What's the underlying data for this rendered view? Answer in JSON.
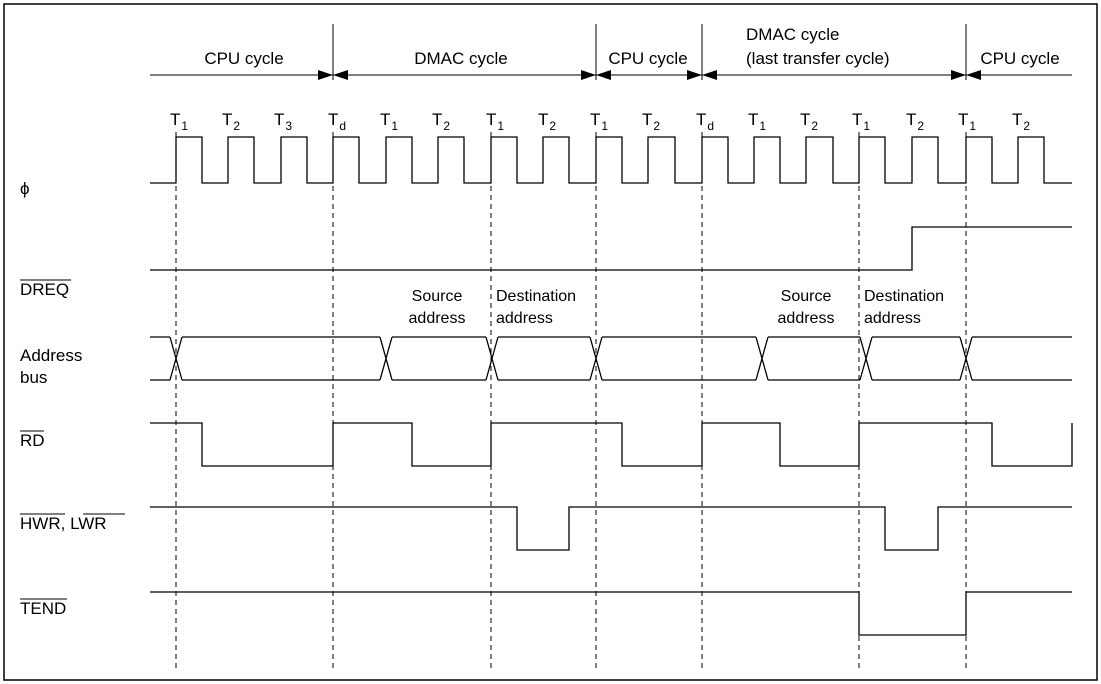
{
  "signals": {
    "phi": "ϕ",
    "dreq": "DREQ",
    "address_line1": "Address",
    "address_line2": "bus",
    "rd": "RD",
    "hwr": "HWR",
    "hwr_sep": ", ",
    "lwr": "LWR",
    "tend": "TEND"
  },
  "cycles": [
    {
      "id": "cpu1",
      "line1": "CPU cycle"
    },
    {
      "id": "dmac1",
      "line1": "DMAC cycle"
    },
    {
      "id": "cpu2",
      "line1": "CPU cycle"
    },
    {
      "id": "dmac2",
      "line1": "DMAC cycle",
      "line2": "(last transfer cycle)"
    },
    {
      "id": "cpu3",
      "line1": "CPU cycle"
    }
  ],
  "states": [
    {
      "main": "T",
      "sub": "1"
    },
    {
      "main": "T",
      "sub": "2"
    },
    {
      "main": "T",
      "sub": "3"
    },
    {
      "main": "T",
      "sub": "d"
    },
    {
      "main": "T",
      "sub": "1"
    },
    {
      "main": "T",
      "sub": "2"
    },
    {
      "main": "T",
      "sub": "1"
    },
    {
      "main": "T",
      "sub": "2"
    },
    {
      "main": "T",
      "sub": "1"
    },
    {
      "main": "T",
      "sub": "2"
    },
    {
      "main": "T",
      "sub": "d"
    },
    {
      "main": "T",
      "sub": "1"
    },
    {
      "main": "T",
      "sub": "2"
    },
    {
      "main": "T",
      "sub": "1"
    },
    {
      "main": "T",
      "sub": "2"
    },
    {
      "main": "T",
      "sub": "1"
    },
    {
      "main": "T",
      "sub": "2"
    }
  ],
  "address_notes": {
    "source1_line1": "Source",
    "source1_line2": "address",
    "dest1_line1": "Destination",
    "dest1_line2": "address",
    "source2_line1": "Source",
    "source2_line2": "address",
    "dest2_line1": "Destination",
    "dest2_line2": "address"
  }
}
